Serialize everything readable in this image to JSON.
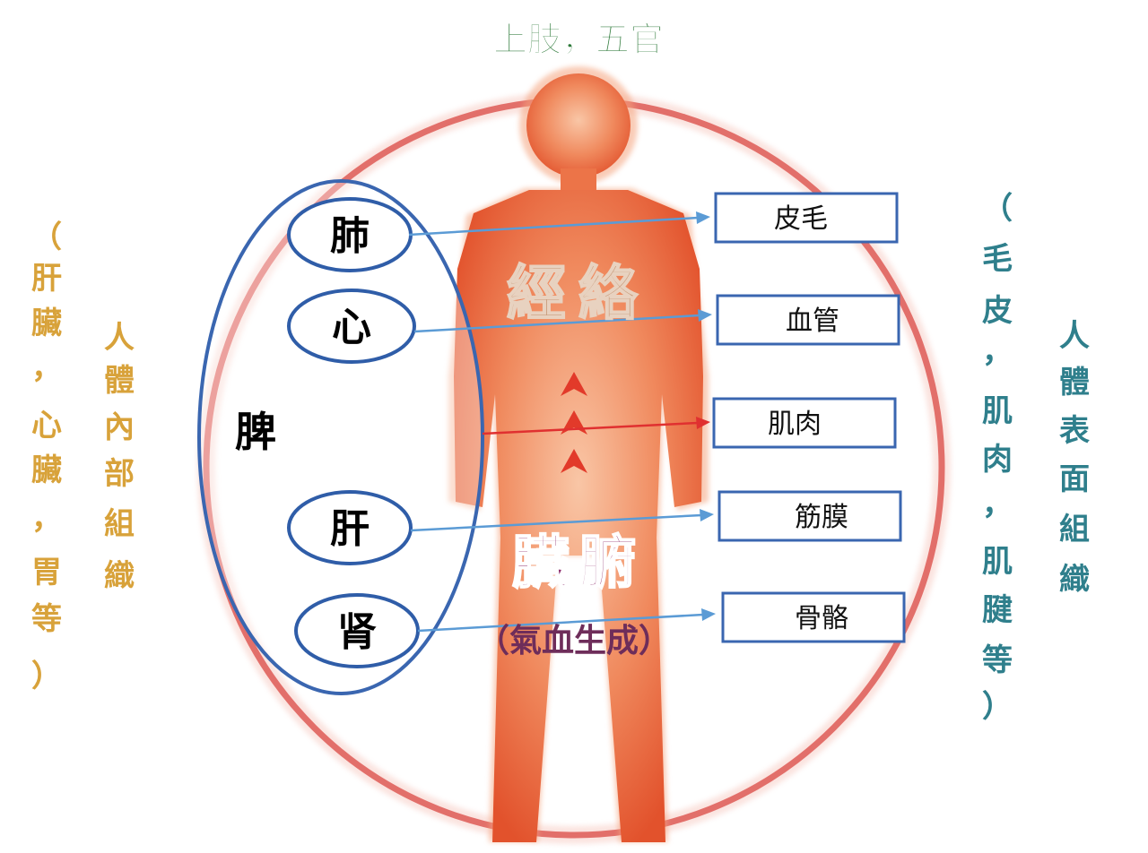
{
  "top_label": "上肢，五官",
  "left_outer_label": [
    "（",
    "肝",
    "臟",
    "，",
    "心",
    "臟",
    "，",
    "胃",
    "等",
    "）"
  ],
  "left_inner_label": [
    "人",
    "體",
    "內",
    "部",
    "組",
    "織"
  ],
  "right_outer_label": [
    "（",
    "毛",
    "皮",
    "，",
    "肌",
    "肉",
    "，",
    "肌",
    "腱",
    "等",
    "）"
  ],
  "right_inner_label": [
    "人",
    "體",
    "表",
    "面",
    "組",
    "織"
  ],
  "center": {
    "spleen": "脾",
    "meridians": "經絡",
    "zangfu": "臟腑",
    "qixue": "（氣血生成）"
  },
  "connections": [
    {
      "organ": "肺",
      "tissue": "皮毛",
      "arrow_color": "#5b9bd5"
    },
    {
      "organ": "心",
      "tissue": "血管",
      "arrow_color": "#5b9bd5"
    },
    {
      "organ": "",
      "tissue": "肌肉",
      "arrow_color": "#e03030"
    },
    {
      "organ": "肝",
      "tissue": "筋膜",
      "arrow_color": "#5b9bd5"
    },
    {
      "organ": "肾",
      "tissue": "骨骼",
      "arrow_color": "#5b9bd5"
    }
  ],
  "colors": {
    "body": "#e85a36",
    "body_glow": "#f4a27c",
    "ring": "#d42b2b",
    "ellipse_stroke": "#3a66b0",
    "box_stroke": "#3a66b0",
    "up_arrows": "#e23a2a"
  }
}
